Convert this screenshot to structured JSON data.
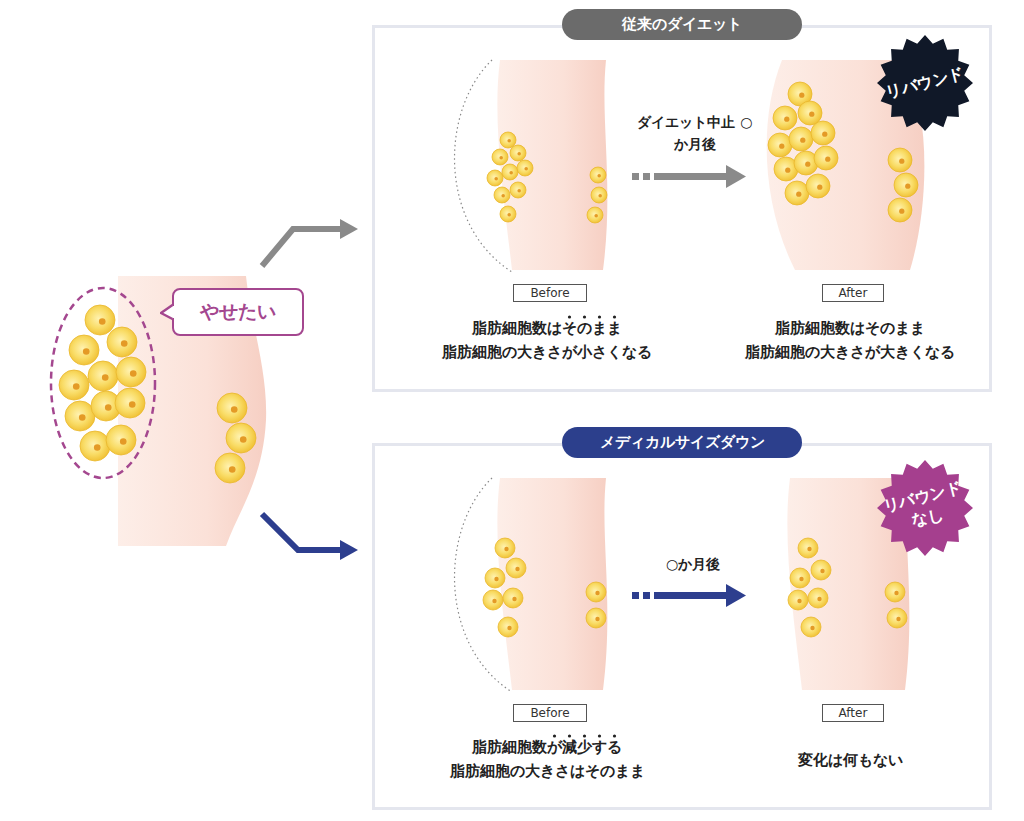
{
  "diagram": {
    "nodes": [
      {
        "text": [
          "やせたい"
        ]
      },
      {
        "text": [
          "従来のダイエット"
        ]
      },
      {
        "text": [
          "Before"
        ],
        "in": 1
      },
      {
        "text": [
          "After"
        ],
        "in": 1
      },
      {
        "text": [
          "リバウンド"
        ],
        "in": 1
      },
      {
        "text": [
          "メディカルサイズダウン"
        ]
      },
      {
        "text": [
          "Before"
        ],
        "in": 5
      },
      {
        "text": [
          "After"
        ],
        "in": 5
      },
      {
        "text": [
          "リバウンド なし"
        ],
        "in": 5
      }
    ],
    "labels": [
      "ダイエット中止 ○か月後",
      "脂肪細胞数はそのまま 脂肪細胞の大きさが小さくなる",
      "脂肪細胞数はそのまま 脂肪細胞の大きさが大きくなる",
      "○か月後",
      "脂肪細胞数が減少する 脂肪細胞の大きさはそのまま",
      "変化は何もない"
    ]
  }
}
